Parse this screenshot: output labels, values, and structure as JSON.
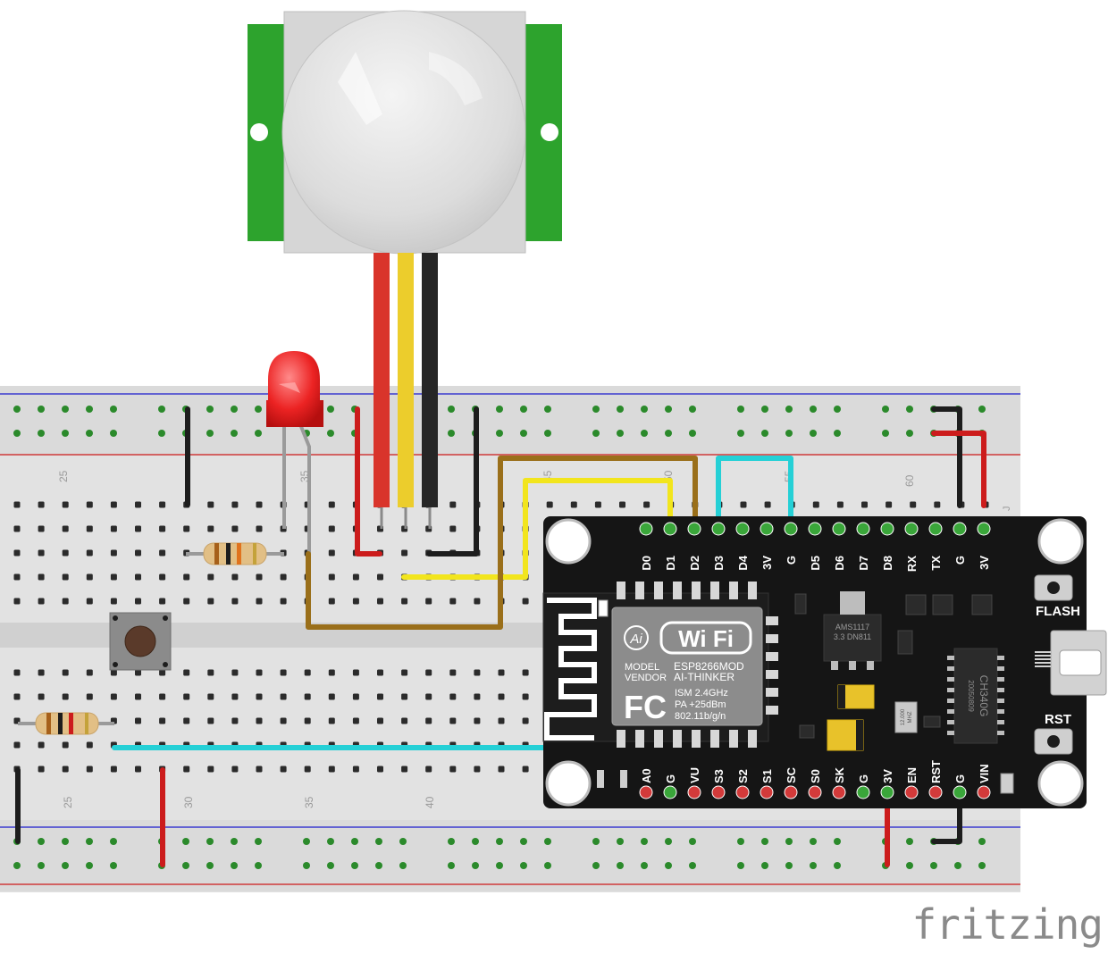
{
  "breadboard": {
    "column_numbers_top": [
      "25",
      "35",
      "45",
      "50",
      "55",
      "60"
    ],
    "column_numbers_bottom": [
      "25",
      "30",
      "35",
      "40"
    ],
    "row_letter": "J"
  },
  "nodemcu": {
    "top_pins": [
      "D0",
      "D1",
      "D2",
      "D3",
      "D4",
      "3V",
      "G",
      "D5",
      "D6",
      "D7",
      "D8",
      "RX",
      "TX",
      "G",
      "3V"
    ],
    "bottom_pins": [
      "A0",
      "G",
      "VU",
      "S3",
      "S2",
      "S1",
      "SC",
      "S0",
      "SK",
      "G",
      "3V",
      "EN",
      "RST",
      "G",
      "VIN"
    ],
    "flash_label": "FLASH",
    "rst_label": "RST",
    "regulator": {
      "line1": "AMS1117",
      "line2": "3.3 DN811"
    },
    "usb_chip": {
      "line1": "CH340G",
      "line2": "20050809"
    },
    "crystal": {
      "line1": "12.000",
      "line2": "MHZ"
    },
    "module": {
      "ai_logo": "Ai",
      "wifi_logo": "Wi Fi",
      "model_label": "MODEL",
      "vendor_label": "VENDOR",
      "model_value": "ESP8266MOD",
      "vendor_value": "AI-THINKER",
      "fc": "FC",
      "spec_lines": [
        "ISM  2.4GHz",
        "PA   +25dBm",
        "802.11b/g/n"
      ]
    }
  },
  "watermark": "fritzing",
  "colors": {
    "red_wire": "#cc1c1c",
    "black_wire": "#1d1d1d",
    "yellow_wire": "#f2e51d",
    "brown_wire": "#9a6f1a",
    "cyan_wire": "#25d0d6",
    "pir_green": "#2da32d",
    "board_black": "#151515"
  }
}
